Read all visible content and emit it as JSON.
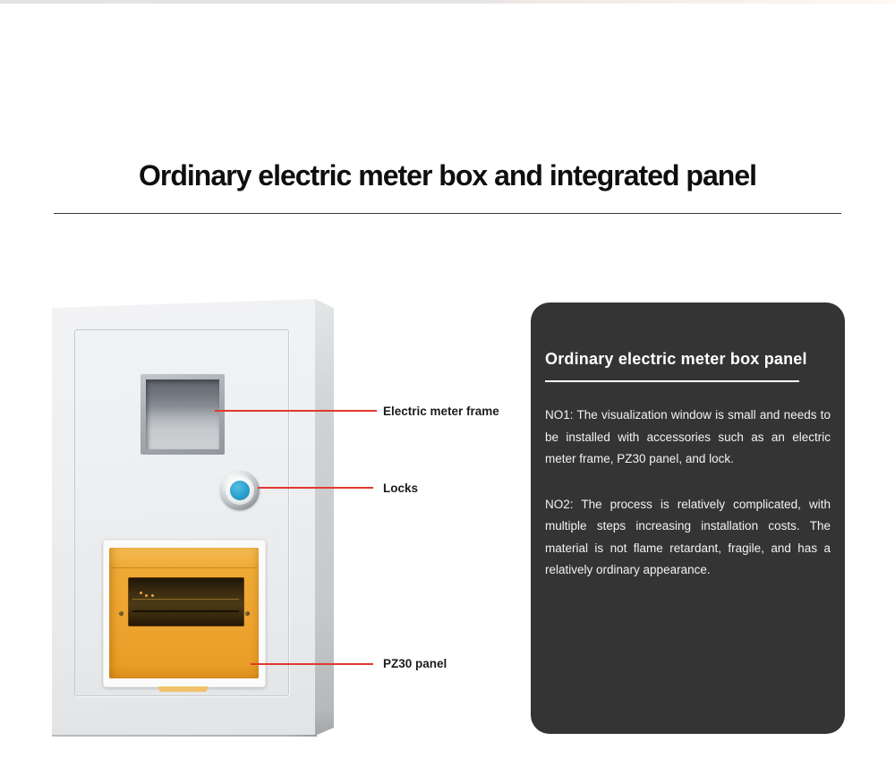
{
  "page": {
    "background": "#ffffff",
    "top_strip": {
      "left_color": "#e3e3e5",
      "right_color": "#f8efe9"
    }
  },
  "title": {
    "text": "Ordinary electric meter box and integrated panel"
  },
  "callouts": [
    {
      "label": "Electric meter frame"
    },
    {
      "label": "Locks"
    },
    {
      "label": "PZ30 panel"
    }
  ],
  "info_panel": {
    "heading": "Ordinary electric meter box panel",
    "paragraphs": [
      "NO1: The visualization window is small and needs to be installed with accessories such as an electric meter frame, PZ30 panel, and lock.",
      "NO2: The process is relatively complicated, with multiple steps increasing installation costs. The material is not flame retardant, fragile, and has a relatively ordinary appearance."
    ],
    "colors": {
      "background": "#343434",
      "heading_text": "#ffffff",
      "body_text": "#f2f2f2",
      "underline": "#ffffff"
    }
  },
  "illustration": {
    "description": "3D render of an ordinary electric meter box with meter window, lock and PZ30 panel",
    "colors": {
      "cabinet_front": "#eaecee",
      "cabinet_side": "#c6c9cb",
      "meter_window_dark": "#6a7076",
      "meter_window_light": "#ccd0d2",
      "lock_blue": "#2aa0cd",
      "lock_chrome": "#d7dadd",
      "pz30_orange": "#eda42f",
      "pz30_window_dark": "#3a2b10",
      "callout_line_red": "#e0392e"
    }
  }
}
